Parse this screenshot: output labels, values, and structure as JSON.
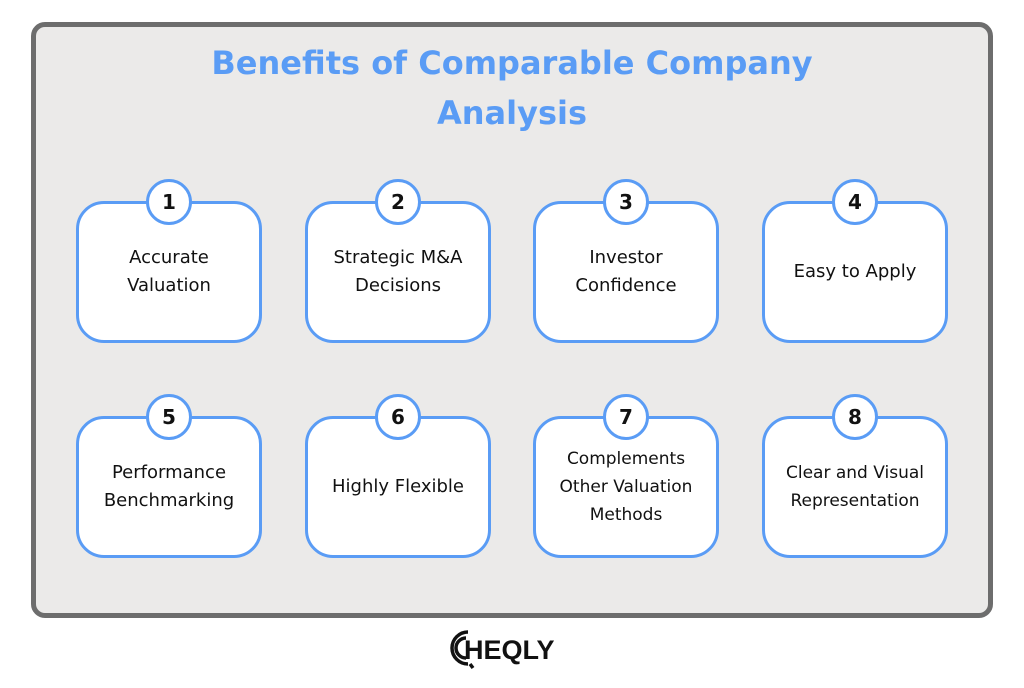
{
  "title_lines": [
    "Benefits of Comparable Company",
    "Analysis"
  ],
  "cards": [
    {
      "number": "1",
      "label": "Accurate Valuation"
    },
    {
      "number": "2",
      "label": "Strategic M&A Decisions"
    },
    {
      "number": "3",
      "label": "Investor Confidence"
    },
    {
      "number": "4",
      "label": "Easy to Apply"
    },
    {
      "number": "5",
      "label": "Performance Benchmarking"
    },
    {
      "number": "6",
      "label": "Highly Flexible"
    },
    {
      "number": "7",
      "label": "Complements Other Valuation Methods"
    },
    {
      "number": "8",
      "label": "Clear and Visual Representation"
    }
  ],
  "logo": {
    "text": "CHEQLY"
  },
  "colors": {
    "accent": "#5a9cf5",
    "frame": "#6d6d6d",
    "background": "#ebeae9"
  }
}
